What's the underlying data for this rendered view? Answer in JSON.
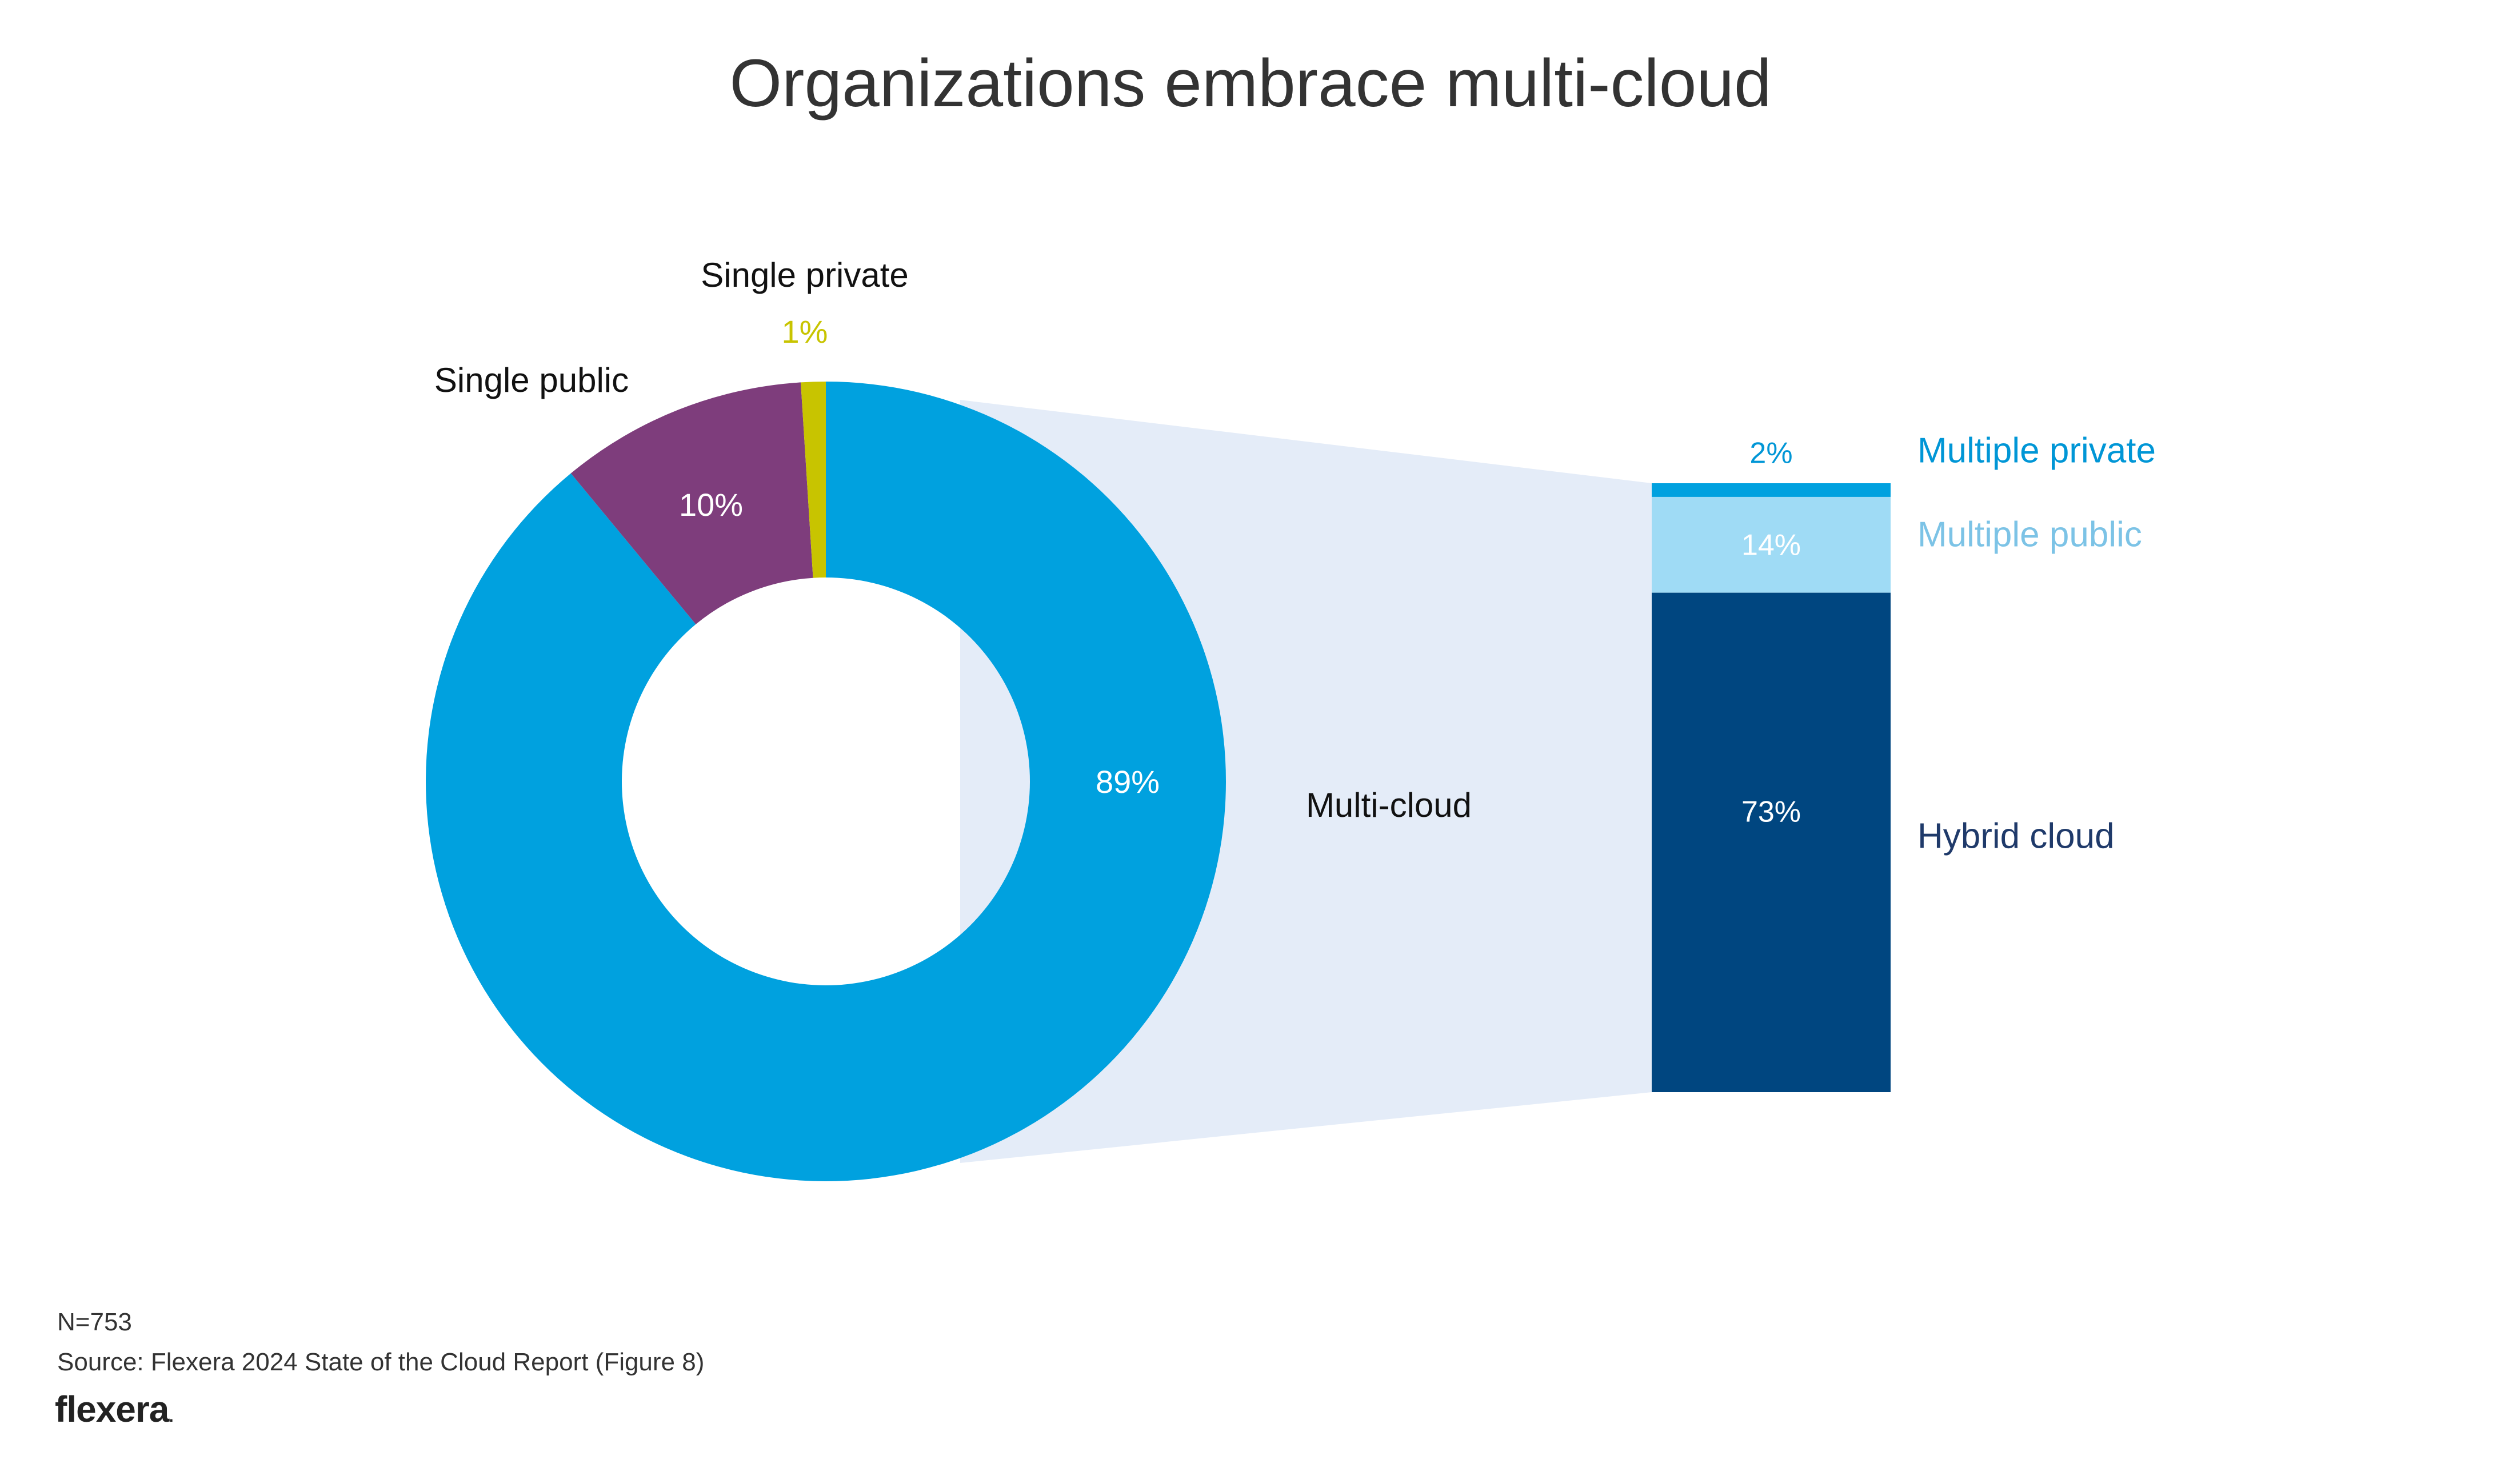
{
  "title": "Organizations embrace multi-cloud",
  "chart_data": {
    "type": "pie",
    "title": "Organizations embrace multi-cloud",
    "donut": {
      "slices": [
        {
          "label": "Multi-cloud",
          "value": 89,
          "value_label": "89%",
          "color": "#00A1DF"
        },
        {
          "label": "Single public",
          "value": 10,
          "value_label": "10%",
          "color": "#7E3D7C"
        },
        {
          "label": "Single private",
          "value": 1,
          "value_label": "1%",
          "color": "#C8C400"
        }
      ]
    },
    "breakdown": {
      "of": "Multi-cloud",
      "segments": [
        {
          "label": "Multiple private",
          "value": 2,
          "value_label": "2%",
          "color": "#00A1DF",
          "label_color": "#0096D6"
        },
        {
          "label": "Multiple public",
          "value": 14,
          "value_label": "14%",
          "color": "#9FDBF5",
          "label_color": "#7CC3E6"
        },
        {
          "label": "Hybrid cloud",
          "value": 73,
          "value_label": "73%",
          "color": "#004680",
          "label_color": "#1F3A6A"
        }
      ]
    }
  },
  "footer": {
    "n": "N=753",
    "source": "Source: Flexera 2024 State of the Cloud Report (Figure 8)"
  },
  "logo": {
    "text": "flexera",
    "dot": "."
  }
}
